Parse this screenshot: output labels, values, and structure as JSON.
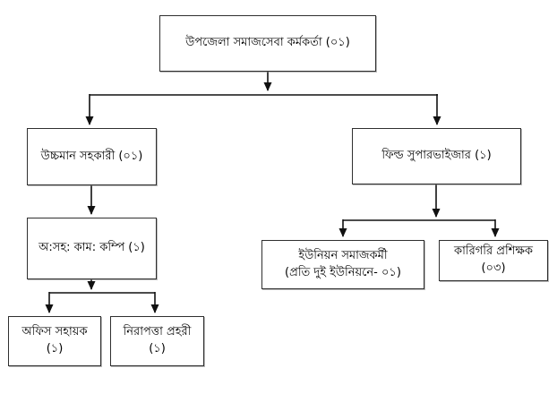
{
  "diagram": {
    "type": "org-chart",
    "nodes": [
      {
        "id": "upazila-social-service-officer",
        "label": "উপজেলা সমাজসেবা কর্মকর্তা (০১)"
      },
      {
        "id": "upper-division-assistant",
        "label": "উচ্চমান সহকারী (০১)"
      },
      {
        "id": "field-supervisor",
        "label": "ফিল্ড সুপারভাইজার (১)"
      },
      {
        "id": "office-assistant-cum-computer",
        "label": "অ:সহ: কাম: কম্পি (১)"
      },
      {
        "id": "union-social-worker",
        "label": "ইউনিয়ন সমাজকর্মী",
        "sublabel": "(প্রতি দুই ইউনিয়নে- ০১)"
      },
      {
        "id": "technical-instructor",
        "label": "কারিগরি প্রশিক্ষক (০৩)"
      },
      {
        "id": "office-helper",
        "label": "অফিস সহায়ক (১)"
      },
      {
        "id": "security-guard",
        "label": "নিরাপত্তা প্রহরী (১)"
      }
    ],
    "edges": [
      {
        "from": "upazila-social-service-officer",
        "to": "upper-division-assistant"
      },
      {
        "from": "upazila-social-service-officer",
        "to": "field-supervisor"
      },
      {
        "from": "upper-division-assistant",
        "to": "office-assistant-cum-computer"
      },
      {
        "from": "office-assistant-cum-computer",
        "to": "office-helper"
      },
      {
        "from": "office-assistant-cum-computer",
        "to": "security-guard"
      },
      {
        "from": "field-supervisor",
        "to": "union-social-worker"
      },
      {
        "from": "field-supervisor",
        "to": "technical-instructor"
      }
    ]
  },
  "colors": {
    "background": "#ffffff",
    "line": "#111111",
    "box_border": "#2f2f2f",
    "text": "#000000"
  }
}
